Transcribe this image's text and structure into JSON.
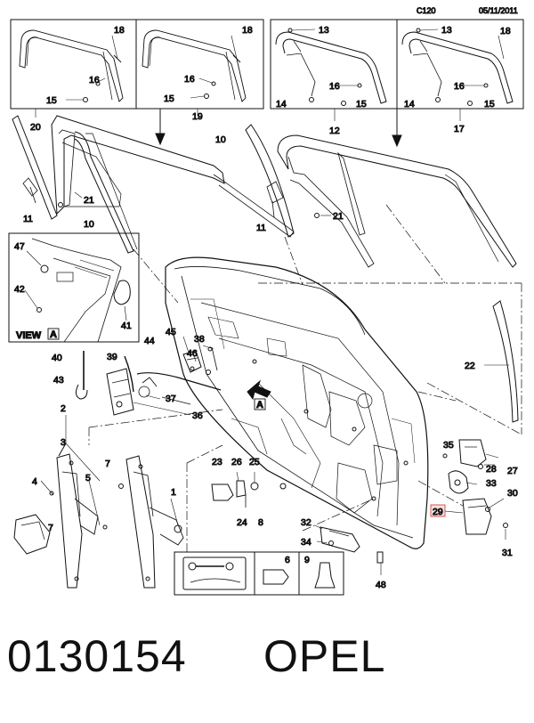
{
  "header": {
    "code": "C120",
    "date": "05/11/2011"
  },
  "footer": {
    "part_number": "0130154",
    "brand": "OPEL"
  },
  "view_label": {
    "text": "VIEW",
    "letter": "A"
  },
  "view_marker": "A",
  "highlight_color": "#cc3333",
  "callouts": {
    "c1": "1",
    "c2": "2",
    "c3": "3",
    "c4": "4",
    "c5": "5",
    "c6": "6",
    "c7a": "7",
    "c7b": "7",
    "c8": "8",
    "c9": "9",
    "c10a": "10",
    "c10b": "10",
    "c11a": "11",
    "c11b": "11",
    "c12": "12",
    "c13a": "13",
    "c13b": "13",
    "c14a": "14",
    "c14b": "14",
    "c15a": "15",
    "c15b": "15",
    "c15c": "15",
    "c15d": "15",
    "c16a": "16",
    "c16b": "16",
    "c16c": "16",
    "c16d": "16",
    "c17": "17",
    "c18a": "18",
    "c18b": "18",
    "c18c": "18",
    "c19": "19",
    "c20": "20",
    "c21a": "21",
    "c21b": "21",
    "c22": "22",
    "c23": "23",
    "c24": "24",
    "c25": "25",
    "c26": "26",
    "c27": "27",
    "c28": "28",
    "c29": "29",
    "c30": "30",
    "c31": "31",
    "c32": "32",
    "c33": "33",
    "c34": "34",
    "c35": "35",
    "c36": "36",
    "c37": "37",
    "c38": "38",
    "c39": "39",
    "c40": "40",
    "c41": "41",
    "c42": "42",
    "c43": "43",
    "c44": "44",
    "c45": "45",
    "c46": "46",
    "c47": "47",
    "c48": "48"
  }
}
